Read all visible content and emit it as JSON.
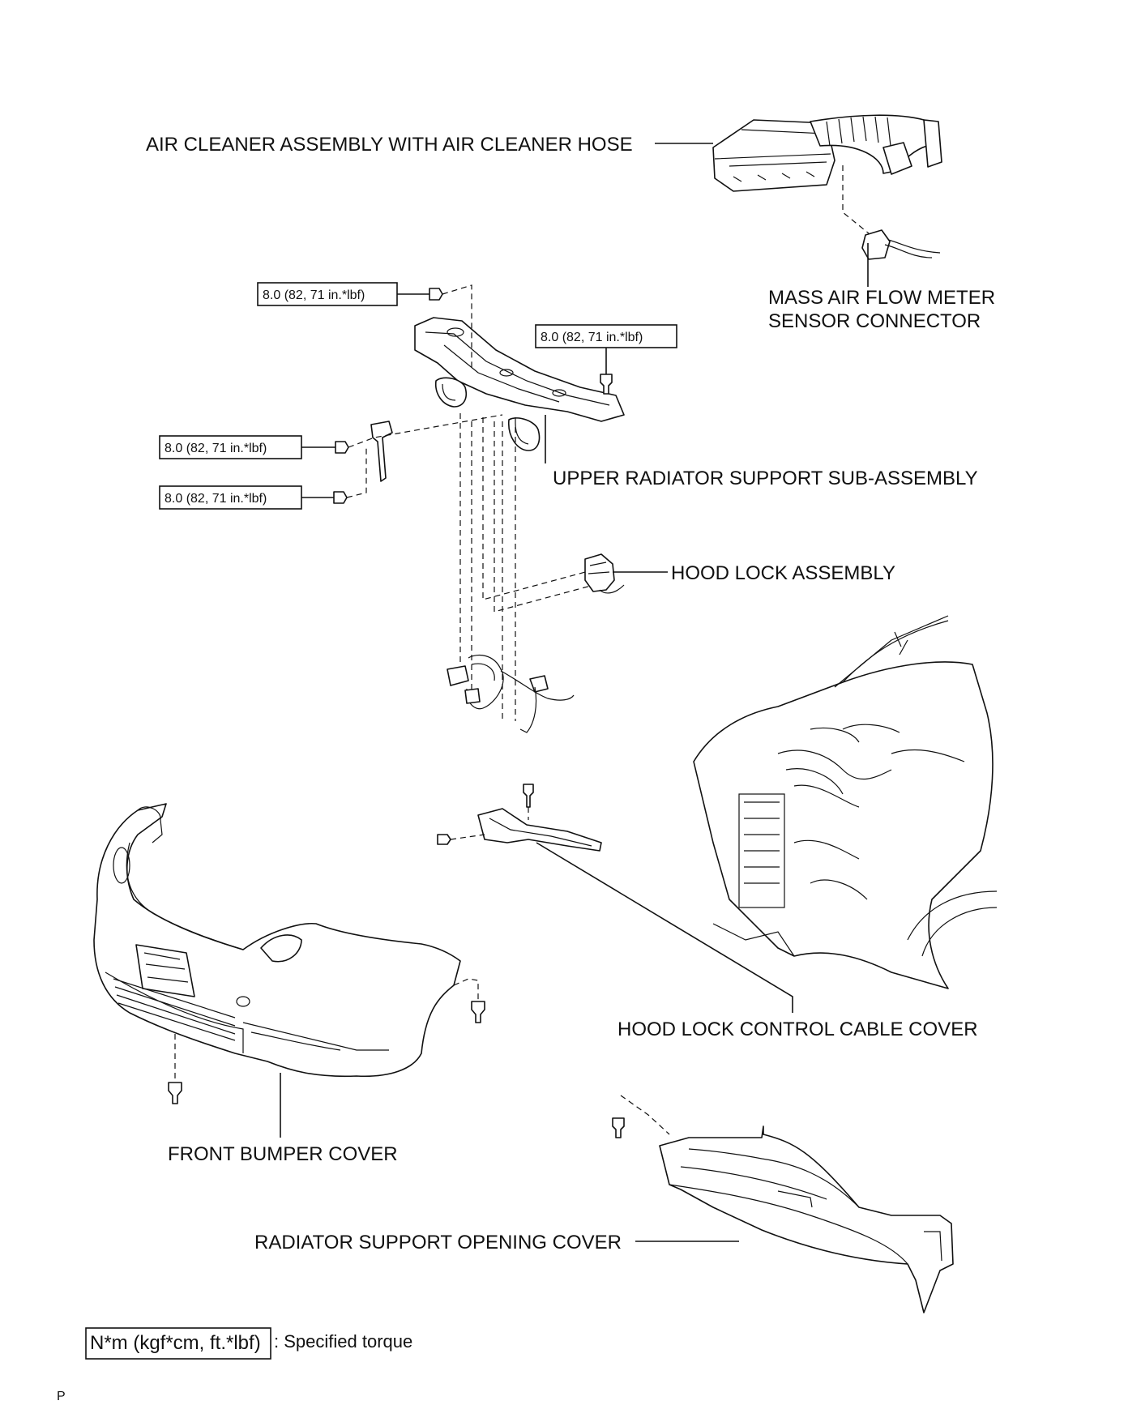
{
  "labels": {
    "air_cleaner": "AIR CLEANER ASSEMBLY WITH AIR CLEANER HOSE",
    "mass_air_flow_line1": "MASS AIR FLOW METER",
    "mass_air_flow_line2": "SENSOR CONNECTOR",
    "upper_radiator_support": "UPPER RADIATOR SUPPORT SUB-ASSEMBLY",
    "hood_lock": "HOOD LOCK ASSEMBLY",
    "hood_lock_cable_cover": "HOOD LOCK CONTROL CABLE COVER",
    "front_bumper_cover": "FRONT BUMPER COVER",
    "radiator_support_opening_cover": "RADIATOR SUPPORT OPENING COVER"
  },
  "torque_specs": [
    "8.0 (82, 71 in.*lbf)",
    "8.0 (82, 71 in.*lbf)",
    "8.0 (82, 71 in.*lbf)",
    "8.0 (82, 71 in.*lbf)"
  ],
  "legend": {
    "unit_box": "N*m (kgf*cm, ft.*lbf)",
    "description": ": Specified torque"
  },
  "footer_mark": "P"
}
